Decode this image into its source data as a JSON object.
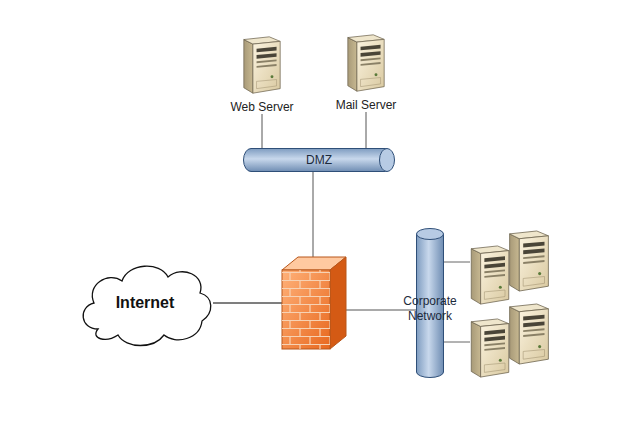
{
  "diagram": {
    "nodes": [
      {
        "text": [
          "Web Server"
        ]
      },
      {
        "text": [
          "Mail Server"
        ]
      },
      {
        "text": [
          "DMZ"
        ]
      },
      {
        "text": [
          "Internet"
        ]
      },
      {
        "text": [
          "Corporate Network"
        ]
      }
    ],
    "edges": [
      {
        "from": 0,
        "to": 2,
        "arrow": "none"
      },
      {
        "from": 1,
        "to": 2,
        "arrow": "none"
      },
      {
        "from": 3,
        "to": 2,
        "arrow": "none"
      },
      {
        "from": 3,
        "to": 4,
        "arrow": "none"
      }
    ]
  }
}
